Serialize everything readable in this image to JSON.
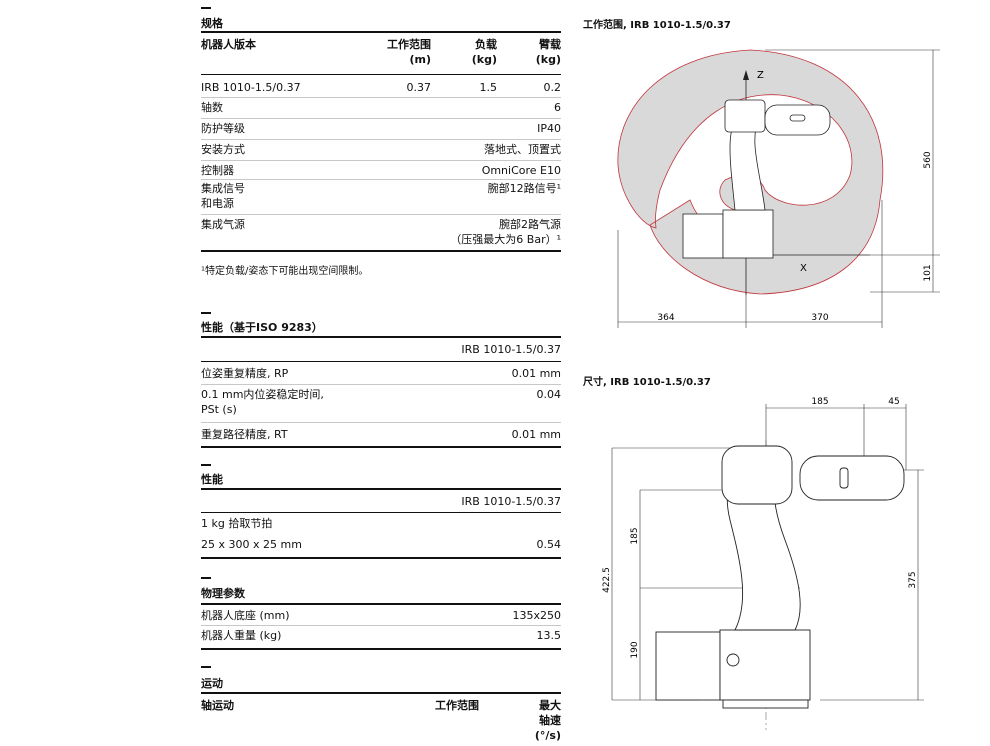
{
  "specs": {
    "title": "规格",
    "headers": {
      "version": "机器人版本",
      "range": "工作范围",
      "range_unit": "(m)",
      "payload": "负载",
      "payload_unit": "(kg)",
      "arm": "臂载",
      "arm_unit": "(kg)"
    },
    "main_row": {
      "version": "IRB 1010-1.5/0.37",
      "range": "0.37",
      "payload": "1.5",
      "arm": "0.2"
    },
    "rows": [
      {
        "label": "轴数",
        "value": "6"
      },
      {
        "label": "防护等级",
        "value": "IP40"
      },
      {
        "label": "安装方式",
        "value": "落地式、顶置式"
      },
      {
        "label": "控制器",
        "value": "OmniCore E10"
      },
      {
        "label": "集成信号",
        "label2": "和电源",
        "value": "腕部12路信号¹"
      },
      {
        "label": "集成气源",
        "value": "腕部2路气源",
        "value2": "（压强最大为6 Bar）¹"
      }
    ],
    "footnote": "¹特定负载/姿态下可能出现空间限制。"
  },
  "performance_iso": {
    "title": "性能（基于ISO 9283）",
    "column": "IRB 1010-1.5/0.37",
    "rows": [
      {
        "label": "位姿重复精度, RP",
        "value": "0.01 mm"
      },
      {
        "label": "0.1 mm内位姿稳定时间,",
        "label2": "PSt (s)",
        "value": "0.04"
      },
      {
        "label": "重复路径精度, RT",
        "value": "0.01 mm"
      }
    ]
  },
  "performance": {
    "title": "性能",
    "column": "IRB 1010-1.5/0.37",
    "rows": [
      {
        "label": "1 kg 拾取节拍",
        "value": ""
      },
      {
        "label": "25 x 300 x 25 mm",
        "value": "0.54"
      }
    ]
  },
  "physical": {
    "title": "物理参数",
    "rows": [
      {
        "label": "机器人底座 (mm)",
        "value": "135x250"
      },
      {
        "label": "机器人重量 (kg)",
        "value": "13.5"
      }
    ]
  },
  "motion": {
    "title": "运动",
    "headers": {
      "axis": "轴运动",
      "range": "工作范围",
      "speed_1": "最大",
      "speed_2": "轴速",
      "speed_3": "(°/s)"
    }
  },
  "figure_workrange": {
    "title": "工作范围, IRB 1010-1.5/0.37",
    "labels": {
      "z": "Z",
      "x": "X",
      "h1": "560",
      "h2": "101",
      "w1": "364",
      "w2": "370"
    }
  },
  "figure_dimensions": {
    "title": "尺寸, IRB 1010-1.5/0.37",
    "labels": {
      "top1": "185",
      "top2": "45",
      "v1": "185",
      "v2": "190",
      "v3": "422.5",
      "v4": "375"
    }
  },
  "colors": {
    "envelope": "#c0343c",
    "fill": "#d9d9d9",
    "line": "#222222"
  }
}
